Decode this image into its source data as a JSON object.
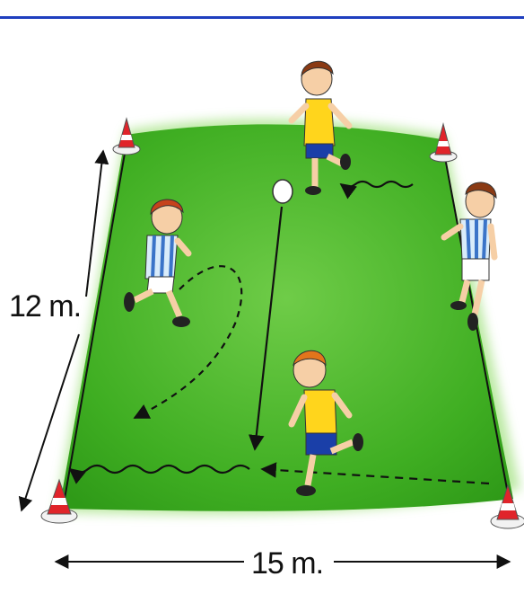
{
  "labels": {
    "height": "12 m.",
    "width": "15 m."
  },
  "colors": {
    "field": "#3fae22",
    "field_light": "#7fd45a",
    "cone_red": "#e0242a",
    "cone_white": "#ffffff",
    "team_a_shirt": "#ffd51c",
    "team_a_shorts": "#1a3fa8",
    "team_b_shirt": "#d9ecfa",
    "team_b_stripes": "#3b74c8",
    "hair": "#8a3a14",
    "skin": "#f6cfa6"
  },
  "figures": {
    "cones": [
      "cone",
      "cone",
      "cone",
      "cone"
    ],
    "players": [
      {
        "team": "yellow",
        "role": "runner-top"
      },
      {
        "team": "yellow",
        "role": "runner-bottom"
      },
      {
        "team": "striped",
        "role": "runner-left"
      },
      {
        "team": "striped",
        "role": "standing-right"
      }
    ],
    "ball": "ball"
  }
}
